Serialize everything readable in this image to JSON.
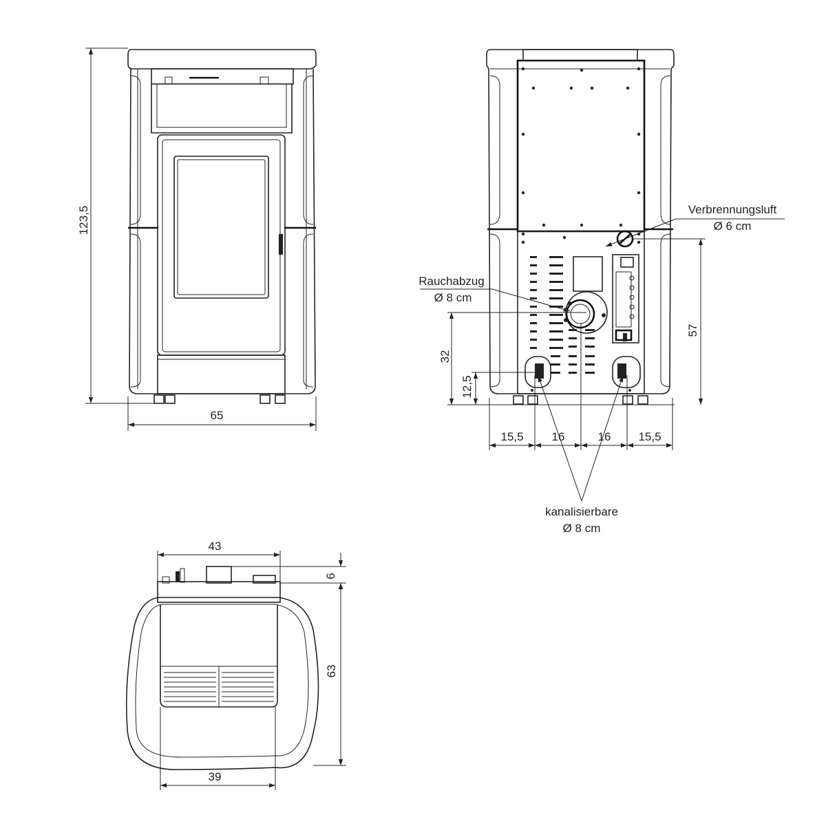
{
  "front_view": {
    "height_label": "123,5",
    "width_label": "65"
  },
  "rear_view": {
    "combustion_air_label": "Verbrennungsluft",
    "combustion_air_diameter": "Ø 6 cm",
    "flue_label": "Rauchabzug",
    "flue_diameter": "Ø 8 cm",
    "flue_height_label": "32",
    "duct_height_label": "12,5",
    "air_height_label": "57",
    "spacing_left_outer": "15,5",
    "spacing_left_inner": "16",
    "spacing_right_inner": "16",
    "spacing_right_outer": "15,5",
    "ducts_label": "kanalisierbare",
    "ducts_diameter": "Ø 8 cm"
  },
  "top_view": {
    "rear_width_label": "43",
    "rear_depth_label": "6",
    "depth_label": "63",
    "front_width_label": "39"
  }
}
